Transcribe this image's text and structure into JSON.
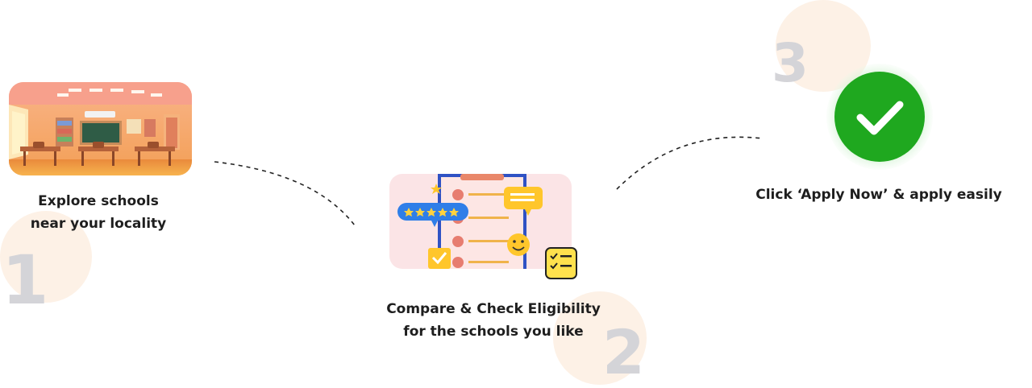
{
  "steps": [
    {
      "number": "1",
      "illustration_icon": "classroom-illustration",
      "caption_line1": "Explore schools",
      "caption_line2": "near your locality"
    },
    {
      "number": "2",
      "illustration_icon": "checklist-rating-illustration",
      "caption_line1": "Compare & Check Eligibility",
      "caption_line2": "for the schools you like"
    },
    {
      "number": "3",
      "illustration_icon": "green-check-icon",
      "caption_line1": "Click ‘Apply Now’ & apply easily",
      "caption_line2": ""
    }
  ],
  "colors": {
    "accent_green": "#1fa81f",
    "number_gray": "#d4d4d8",
    "blob_peach": "#fdf1e6",
    "text": "#1e1e1e"
  }
}
